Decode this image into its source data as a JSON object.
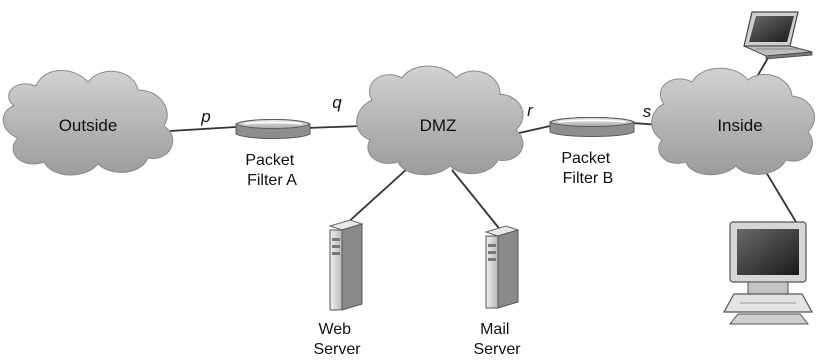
{
  "colors": {
    "cloud_fill": "#b3b3b3",
    "cloud_stroke": "#8a8a8a",
    "link": "#333333",
    "text": "#111111",
    "device_body": "#d9d9d9"
  },
  "clouds": {
    "outside": "Outside",
    "dmz": "DMZ",
    "inside": "Inside"
  },
  "links": {
    "p": "p",
    "q": "q",
    "r": "r",
    "s": "s"
  },
  "devices": {
    "filter_a": [
      "Packet",
      "Filter A"
    ],
    "filter_b": [
      "Packet",
      "Filter B"
    ],
    "web_server": [
      "Web",
      "Server"
    ],
    "mail_server": [
      "Mail",
      "Server"
    ]
  },
  "icons": {
    "packet_filter": "router-icon",
    "server": "server-tower-icon",
    "laptop": "laptop-icon",
    "desktop": "desktop-computer-icon"
  }
}
